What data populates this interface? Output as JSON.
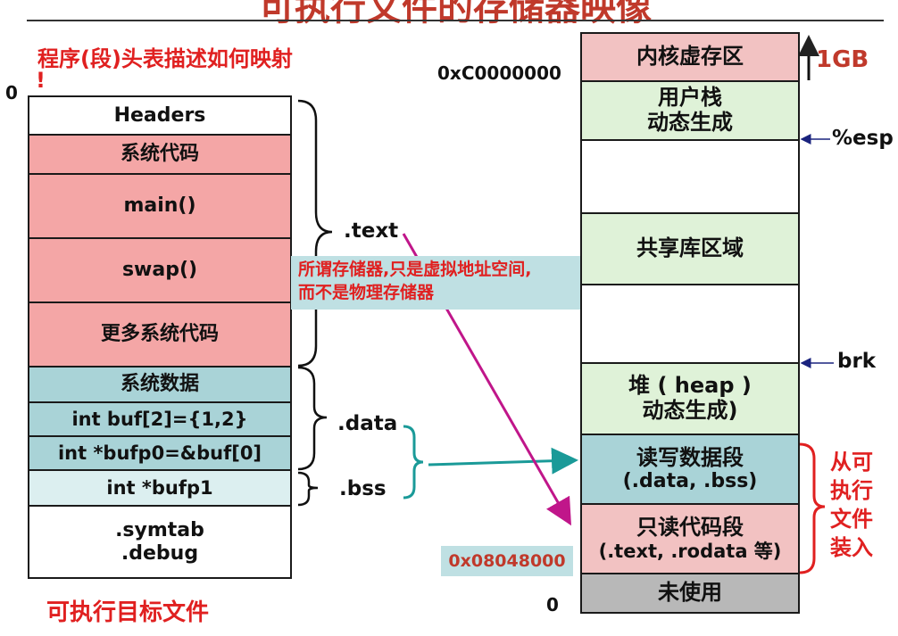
{
  "title": "可执行文件的存储器映像",
  "left_caption_top": "程序(段)头表描述如何映射",
  "left_caption_bottom": "可执行目标文件",
  "zero_left": "0",
  "exclaim": "!",
  "sections": {
    "headers": "Headers",
    "sys_code": "系统代码",
    "main": "main()",
    "swap": "swap()",
    "more_code": "更多系统代码",
    "sys_data": "系统数据",
    "buf": "int buf[2]={1,2}",
    "bufp0": "int  *bufp0=&buf[0]",
    "bufp1": "int *bufp1",
    "symtab": ".symtab",
    "debug": ".debug"
  },
  "labels": {
    "text": ".text",
    "data": ".data",
    "bss": ".bss"
  },
  "note": {
    "line1": "所谓存储器,只是虚拟地址空间,",
    "line2": "而不是物理存储器"
  },
  "memory": {
    "kernel": "内核虚存区",
    "stack_l1": "用户栈",
    "stack_l2": "动态生成",
    "shared": "共享库区域",
    "heap_l1": "堆 ( heap )",
    "heap_l2": "动态生成)",
    "rw_l1": "读写数据段",
    "rw_l2": "(.data, .bss)",
    "ro_l1": "只读代码段",
    "ro_l2": "(.text, .rodata 等)",
    "unused": "未使用"
  },
  "addresses": {
    "top": "0xC0000000",
    "base": "0x08048000",
    "zero": "0"
  },
  "markers": {
    "gb": "1GB",
    "esp": "%esp",
    "brk": "brk"
  },
  "load_note": [
    "从可",
    "执行",
    "文件",
    "装入"
  ],
  "colors": {
    "code": "#f4a6a6",
    "data": "#a9d3d7",
    "bss": "#dceff0",
    "kernel": "#f2c2c2",
    "user": "#dff2d8",
    "unused": "#b8b8b8",
    "arrow_magenta": "#c0168a",
    "arrow_teal": "#1a9a98",
    "highlight_red": "#e02020"
  }
}
